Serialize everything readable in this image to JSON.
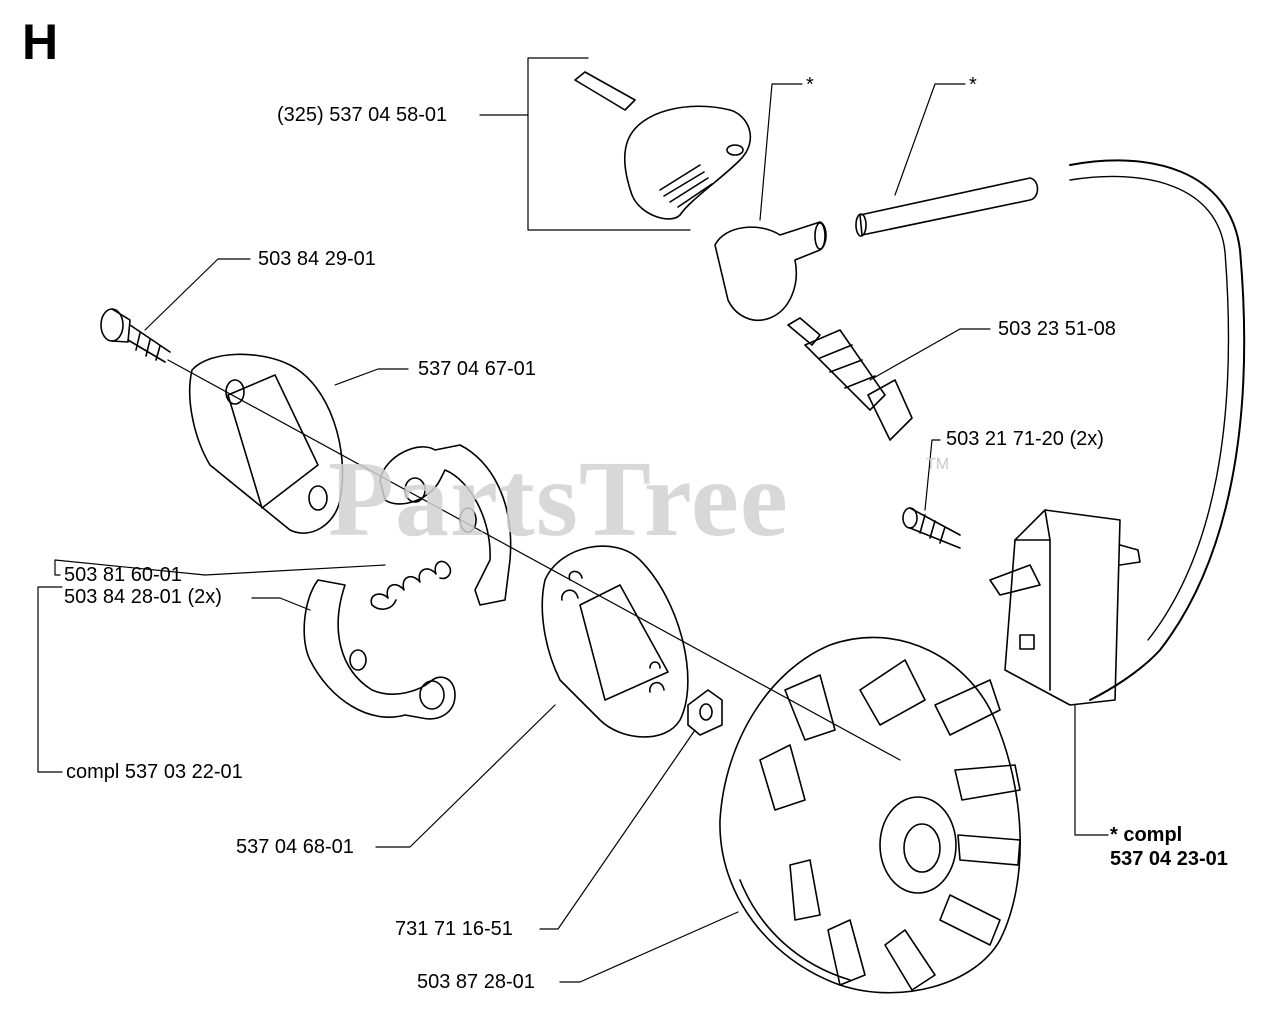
{
  "section": "H",
  "watermark": {
    "text": "PartsTree",
    "trademark": "TM"
  },
  "callouts": {
    "trigger_head": "(325) 537 04 58-01",
    "star_cap": "*",
    "star_boot": "*",
    "bolt_top": "503 84 29-01",
    "plate_top": "537 04 67-01",
    "spark_plug": "503 23 51-08",
    "module_screw": "503 21 71-20 (2x)",
    "spring": "503 81 60-01",
    "shoe": "503 84 28-01 (2x)",
    "clutch_compl": "compl 537 03 22-01",
    "ignition_compl_line1": "* compl",
    "ignition_compl_line2": "537 04 23-01",
    "plate_bottom": "537 04 68-01",
    "washer": "731 71 16-51",
    "flywheel": "503 87 28-01"
  },
  "colors": {
    "ink": "#000000",
    "watermark": "#d2d2d2",
    "background": "#ffffff"
  }
}
